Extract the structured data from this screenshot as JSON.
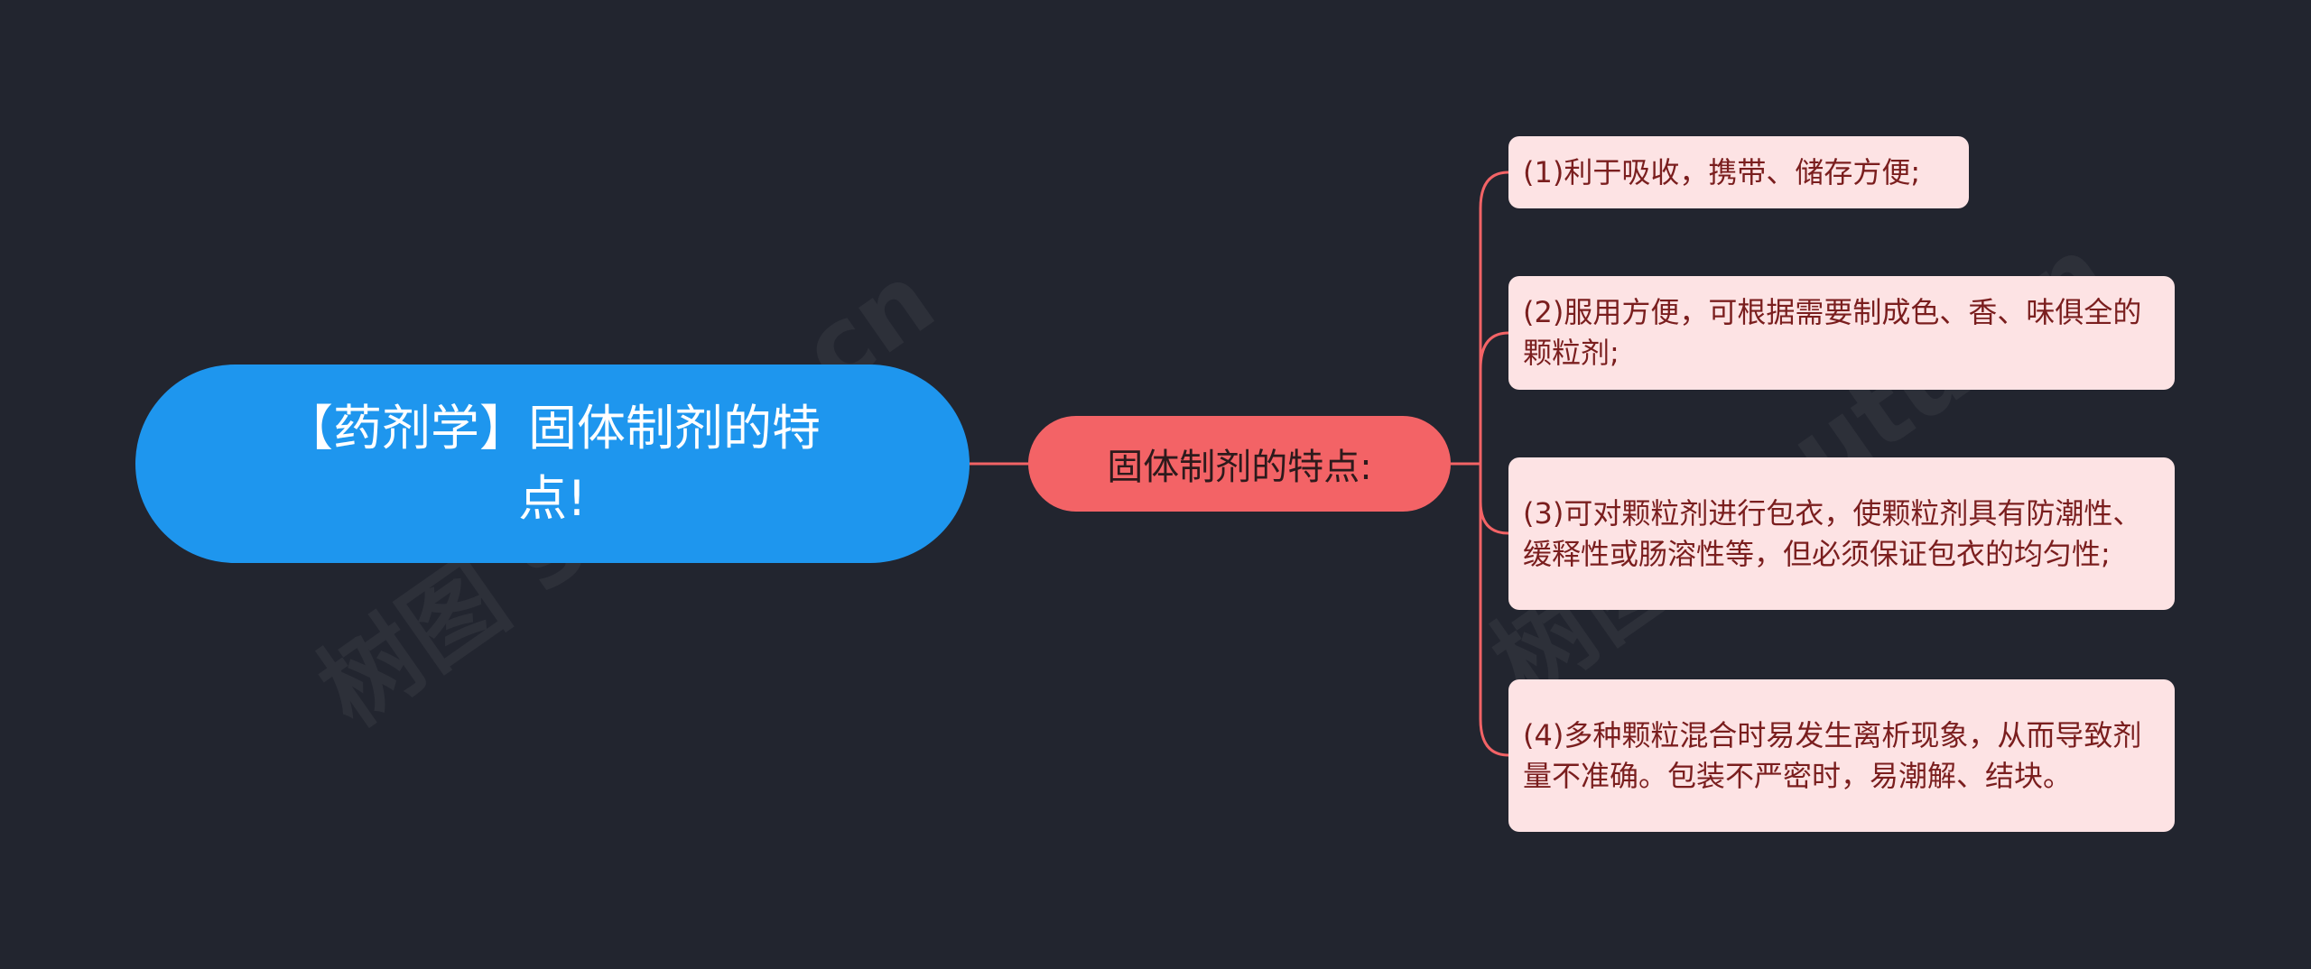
{
  "root": {
    "label": "【药剂学】固体制剂的特点!"
  },
  "topic": {
    "label": "固体制剂的特点:"
  },
  "leaves": [
    {
      "label": "(1)利于吸收，携带、储存方便;"
    },
    {
      "label": "(2)服用方便，可根据需要制成色、香、味俱全的颗粒剂;"
    },
    {
      "label": "(3)可对颗粒剂进行包衣，使颗粒剂具有防潮性、缓释性或肠溶性等，但必须保证包衣的均匀性;"
    },
    {
      "label": "(4)多种颗粒混合时易发生离析现象，从而导致剂量不准确。包装不严密时，易潮解、结块。"
    }
  ],
  "watermarks": [
    "树图 shutu.cn",
    "树图 shutu.cn"
  ],
  "colors": {
    "background": "#22252f",
    "root_fill": "#1e96ee",
    "topic_fill": "#f36366",
    "leaf_fill": "#fde3e4",
    "leaf_text": "#7a1e1e",
    "connector": "#f36366"
  }
}
